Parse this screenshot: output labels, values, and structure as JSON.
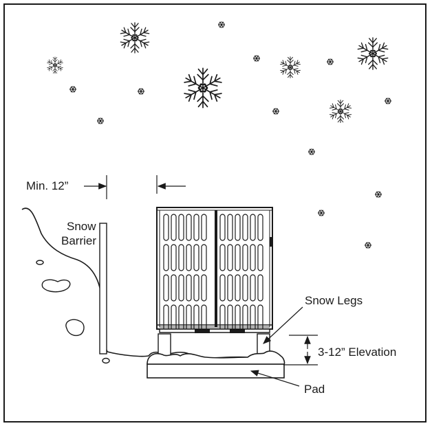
{
  "labels": {
    "min_clearance": "Min. 12”",
    "snow_barrier_line1": "Snow",
    "snow_barrier_line2": "Barrier",
    "snow_legs": "Snow Legs",
    "elevation": "3-12” Elevation",
    "pad": "Pad"
  },
  "colors": {
    "ink": "#1a1a1a",
    "fill": "#ffffff"
  },
  "icons": [
    "snowflake-icon",
    "arrow-icon"
  ]
}
